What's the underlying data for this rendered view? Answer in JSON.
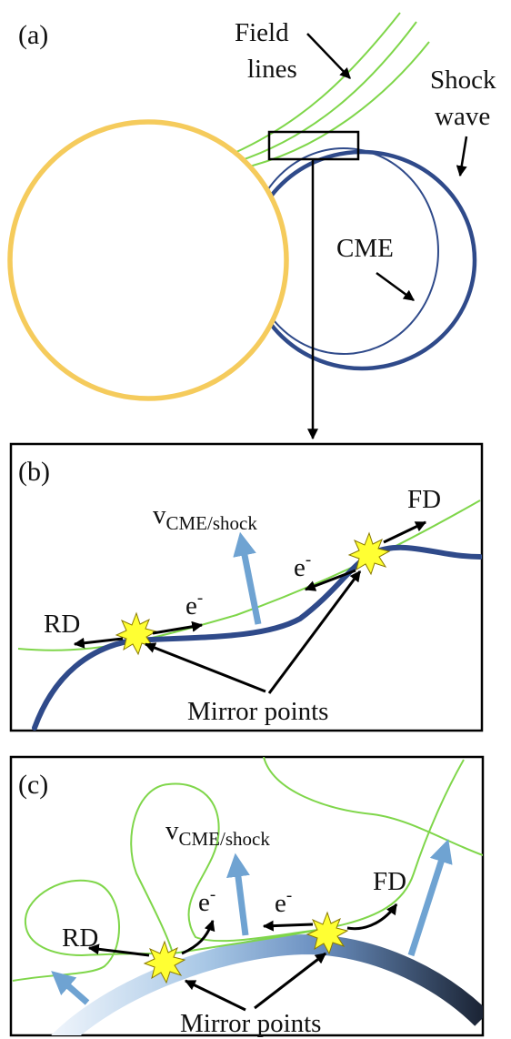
{
  "figure": {
    "panel_a": {
      "label": "(a)",
      "field_lines_label": [
        "Field",
        "lines"
      ],
      "shock_wave_label": [
        "Shock",
        "wave"
      ],
      "cme_label": "CME"
    },
    "panel_b": {
      "label": "(b)",
      "velocity_label": {
        "main": "v",
        "subscript": "CME/shock"
      },
      "fd_label": "FD",
      "rd_label": "RD",
      "electron_label": {
        "main": "e",
        "superscript": "-"
      },
      "mirror_points_label": "Mirror points"
    },
    "panel_c": {
      "label": "(c)",
      "velocity_label": {
        "main": "v",
        "subscript": "CME/shock"
      },
      "fd_label": "FD",
      "rd_label": "RD",
      "electron_label": {
        "main": "e",
        "superscript": "-"
      },
      "mirror_points_label": "Mirror points"
    }
  },
  "colors": {
    "sun": "#f5cb5c",
    "shock": "#2f4a8a",
    "field_line": "#7fd64a",
    "velocity_arrow": "#6fa3d2",
    "star": "#ffff33",
    "arrow": "#000000"
  }
}
